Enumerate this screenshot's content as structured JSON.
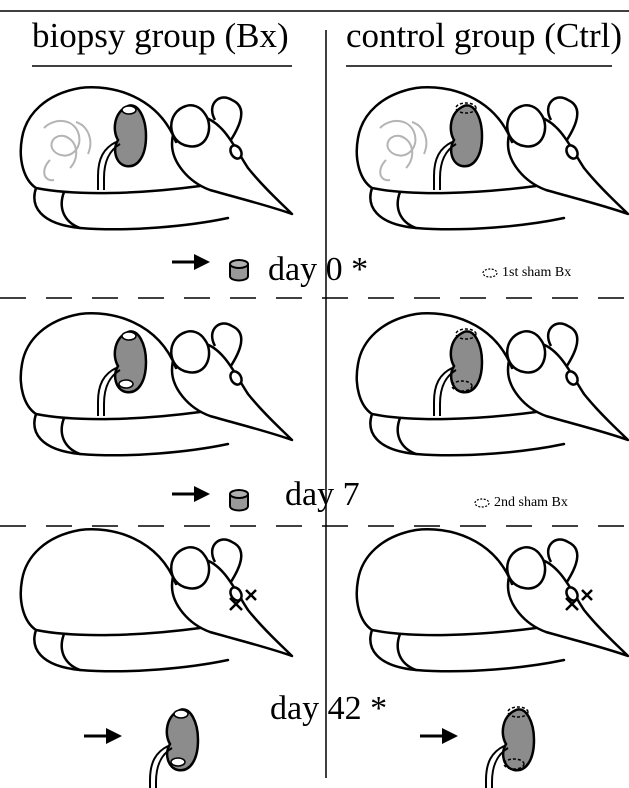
{
  "groups": {
    "biopsy": {
      "label": "biopsy group (Bx)"
    },
    "control": {
      "label": "control group (Ctrl)"
    }
  },
  "timepoints": [
    {
      "label": "day 0 *",
      "sham_note": "1st sham Bx"
    },
    {
      "label": "day 7",
      "sham_note": "2nd sham Bx"
    },
    {
      "label": "day 42 *"
    }
  ],
  "colors": {
    "kidney_fill": "#8c8c8c",
    "tissue_fill": "#999999",
    "line": "#000000",
    "faint_line": "#b4b4b4"
  },
  "icons": [
    "mouse-icon",
    "kidney-icon",
    "tissue-sample-icon",
    "arrow-icon",
    "sham-biopsy-marker-icon",
    "cross-mark-icon"
  ]
}
